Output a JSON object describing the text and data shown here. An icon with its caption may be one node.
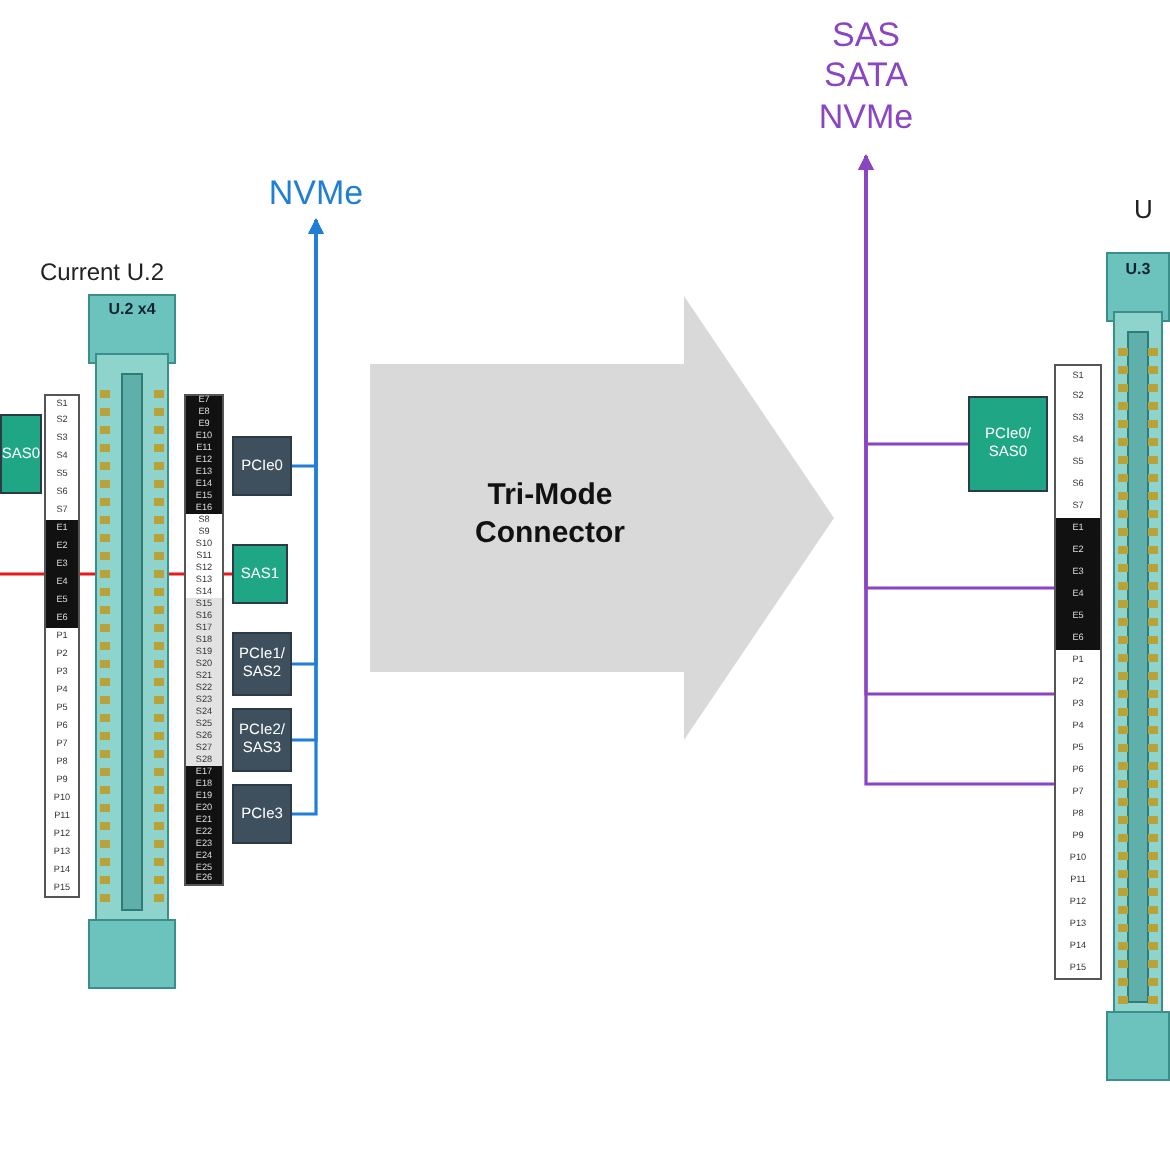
{
  "diagram": {
    "nodes": [
      {
        "text": [
          "Current U.2",
          "U.2 x4"
        ]
      },
      {
        "text": [
          "SAS0"
        ]
      },
      {
        "text": [
          "SAS1"
        ]
      },
      {
        "text": [
          "PCIe0"
        ]
      },
      {
        "text": [
          "PCIe1/ SAS2"
        ]
      },
      {
        "text": [
          "PCIe2/ SAS3"
        ]
      },
      {
        "text": [
          "PCIe3"
        ]
      },
      {
        "text": [
          "NVMe"
        ]
      },
      {
        "text": [
          "Tri-Mode Connector"
        ]
      },
      {
        "text": [
          "SAS SATA NVMe"
        ]
      },
      {
        "text": [
          "PCIe0/ SAS0"
        ]
      },
      {
        "text": [
          "U",
          "U.3"
        ]
      }
    ],
    "edges": [
      {
        "from": null,
        "to": 2,
        "arrow": "none",
        "color": "#e31b1b"
      },
      {
        "from": 3,
        "to": 7,
        "arrow": "to",
        "color": "#1f7fd6"
      },
      {
        "from": 4,
        "to": 7,
        "arrow": "to",
        "color": "#1f7fd6"
      },
      {
        "from": 5,
        "to": 7,
        "arrow": "to",
        "color": "#1f7fd6"
      },
      {
        "from": 6,
        "to": 7,
        "arrow": "to",
        "color": "#1f7fd6"
      },
      {
        "from": 10,
        "to": 9,
        "arrow": "to",
        "color": "#8a45c2"
      },
      {
        "from": 11,
        "to": 9,
        "arrow": "to",
        "color": "#8a45c2"
      },
      {
        "from": 11,
        "to": 9,
        "arrow": "to",
        "color": "#8a45c2"
      },
      {
        "from": 11,
        "to": 9,
        "arrow": "to",
        "color": "#8a45c2"
      }
    ],
    "labels": [
      "S1",
      "S2",
      "S3",
      "S4",
      "S5",
      "S6",
      "S7",
      "E1",
      "E2",
      "E3",
      "E4",
      "E5",
      "E6",
      "P1",
      "P2",
      "P3",
      "P4",
      "P5",
      "P6",
      "P7",
      "P8",
      "P9",
      "P10",
      "P11",
      "P12",
      "P13",
      "P14",
      "P15",
      "E7",
      "E8",
      "E9",
      "E10",
      "E11",
      "E12",
      "E13",
      "E14",
      "E15",
      "E16",
      "S8",
      "S9",
      "S10",
      "S11",
      "S12",
      "S13",
      "S14",
      "S15",
      "S16",
      "S17",
      "S18",
      "S19",
      "S20",
      "S21",
      "S22",
      "S23",
      "S24",
      "S25",
      "S26",
      "S27",
      "S28",
      "E17",
      "E18",
      "E19",
      "E20",
      "E21",
      "E22",
      "E23",
      "E24",
      "E25",
      "E26",
      "S1",
      "S2",
      "S3",
      "S4",
      "S5",
      "S6",
      "S7",
      "E1",
      "E2",
      "E3",
      "E4",
      "E5",
      "E6",
      "P1",
      "P2",
      "P3",
      "P4",
      "P5",
      "P6",
      "P7",
      "P8",
      "P9",
      "P10",
      "P11",
      "P12",
      "P13",
      "P14",
      "P15"
    ]
  }
}
